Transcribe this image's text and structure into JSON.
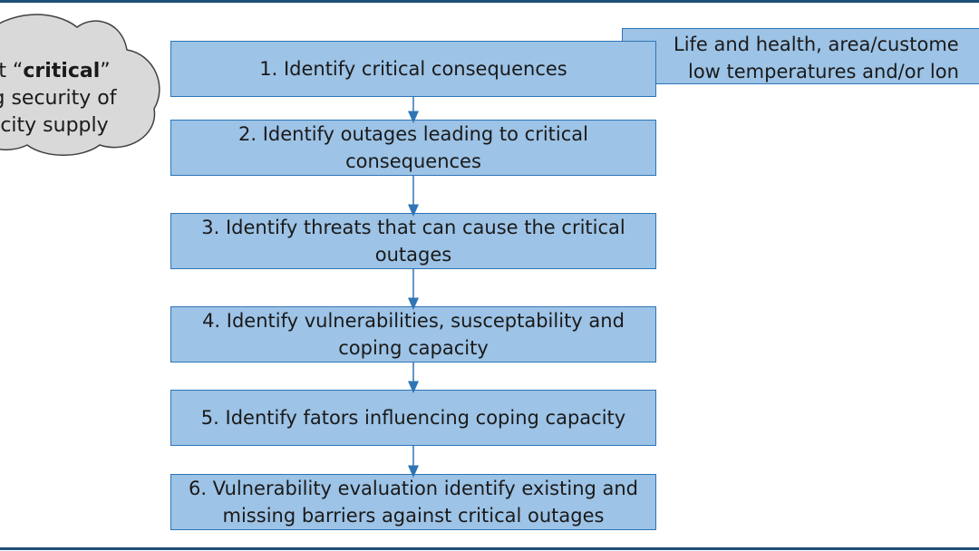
{
  "cloud": {
    "line1_pre": "t “",
    "line1_bold": "critical",
    "line1_post": "”",
    "line2": "g security of",
    "line3": "city supply"
  },
  "note": {
    "line1": "Life and health, area/custome",
    "line2": "low temperatures and/or lon"
  },
  "steps": [
    {
      "label": "1. Identify critical consequences"
    },
    {
      "label": "2. Identify outages leading to critical consequences"
    },
    {
      "label": "3. Identify threats that can cause the critical outages"
    },
    {
      "label": "4. Identify vulnerabilities, susceptability and coping capacity"
    },
    {
      "label": "5. Identify fators influencing coping capacity"
    },
    {
      "label": "6. Vulnerability evaluation identify existing and missing barriers against critical outages"
    }
  ],
  "colors": {
    "box_fill": "#9dc3e6",
    "box_border": "#2e75b6",
    "cloud_fill": "#d9d9d9",
    "frame": "#1f4e79"
  }
}
